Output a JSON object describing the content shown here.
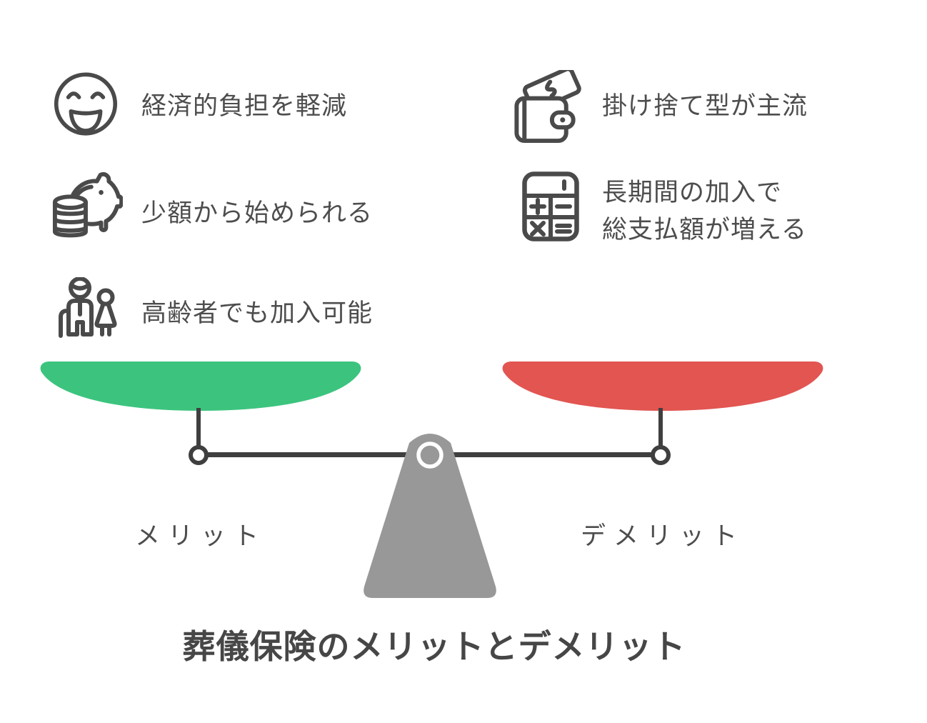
{
  "title": "葬儀保険のメリットとデメリット",
  "scale": {
    "left_pan_label": "メリット",
    "right_pan_label": "デメリット",
    "left_pan_color": "#3cc47e",
    "right_pan_color": "#e25551",
    "fulcrum_color": "#989898",
    "beam_color": "#3f3f3f"
  },
  "merits": [
    {
      "icon": "smiley-face-icon",
      "text": "経済的負担を軽減"
    },
    {
      "icon": "piggy-bank-icon",
      "text": "少額から始められる"
    },
    {
      "icon": "elderly-couple-icon",
      "text": "高齢者でも加入可能"
    }
  ],
  "demerits": [
    {
      "icon": "wallet-money-icon",
      "text": "掛け捨て型が主流"
    },
    {
      "icon": "calculator-icon",
      "lines": [
        "長期間の加入で",
        "総支払額が増える"
      ]
    }
  ]
}
